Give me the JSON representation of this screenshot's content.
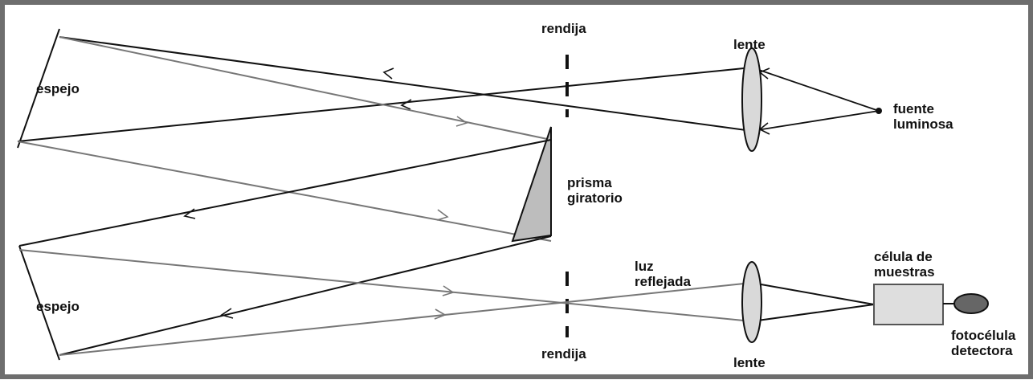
{
  "labels": {
    "mirror_top": "espejo",
    "mirror_bottom": "espejo",
    "slit_top": "rendija",
    "slit_bottom": "rendija",
    "lens_top": "lente",
    "lens_bottom": "lente",
    "source": [
      "fuente",
      "luminosa"
    ],
    "prism": [
      "prisma",
      "giratorio"
    ],
    "reflected_light": [
      "luz",
      "reflejada"
    ],
    "sample_cell": [
      "célula de",
      "muestras"
    ],
    "detector": [
      "fotocélula",
      "detectora"
    ]
  },
  "colors": {
    "frame": "#6e6e6e",
    "ray_dark": "#111111",
    "ray_gray": "#777777",
    "lens_fill": "#d9d9d9",
    "prism_fill": "#bdbdbd",
    "cell_fill": "#dedede",
    "detector_fill": "#666666"
  }
}
